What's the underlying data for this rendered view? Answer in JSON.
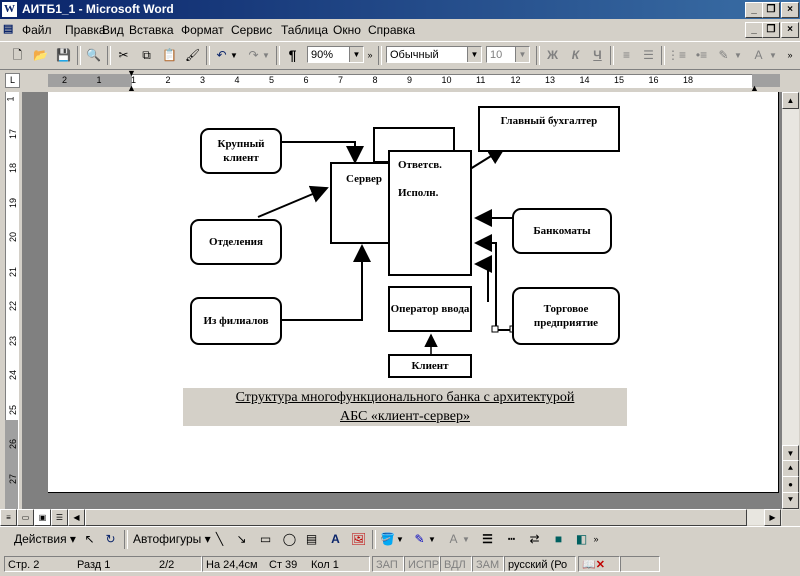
{
  "window": {
    "title": "АИТБ1_1 - Microsoft Word"
  },
  "menu": [
    "Файл",
    "Правка",
    "Вид",
    "Вставка",
    "Формат",
    "Сервис",
    "Таблица",
    "Окно",
    "Справка"
  ],
  "toolbar": {
    "zoom": "90%",
    "style": "Обычный",
    "font_size": "10",
    "bold": "Ж",
    "italic": "К",
    "underline": "Ч",
    "pilcrow": "¶"
  },
  "ruler": {
    "h_ticks": [
      "2",
      "1",
      "1",
      "2",
      "3",
      "4",
      "5",
      "6",
      "7",
      "8",
      "9",
      "10",
      "11",
      "12",
      "13",
      "14",
      "15",
      "16",
      "18"
    ],
    "v_ticks": [
      "1",
      "17",
      "18",
      "19",
      "20",
      "21",
      "22",
      "23",
      "24",
      "25",
      "26",
      "27"
    ]
  },
  "diagram": {
    "krupny": "Крупный клиент",
    "otdeleniya": "Отделения",
    "iz_filialov": "Из филиалов",
    "server": "Сервер",
    "otvets": "Ответсв.",
    "ispolni": "Исполн.",
    "glavny": "Главный бухгалтер",
    "bankomaty": "Банкоматы",
    "operator": "Оператор ввода",
    "torgovoe": "Торговое предприятие",
    "klient": "Клиент"
  },
  "caption": {
    "line1": "Структура многофункционального банка с архитектурой",
    "line2": "АБС «клиент-сервер»"
  },
  "drawbar": {
    "actions": "Действия",
    "autoshapes": "Автофигуры"
  },
  "status": {
    "page": "Стр. 2",
    "section": "Разд 1",
    "pages": "2/2",
    "at": "На 24,4см",
    "line": "Ст 39",
    "col": "Кол 1",
    "rec": "ЗАП",
    "trk": "ИСПР",
    "ext": "ВДЛ",
    "ovr": "ЗАМ",
    "lang": "русский (Ро"
  }
}
